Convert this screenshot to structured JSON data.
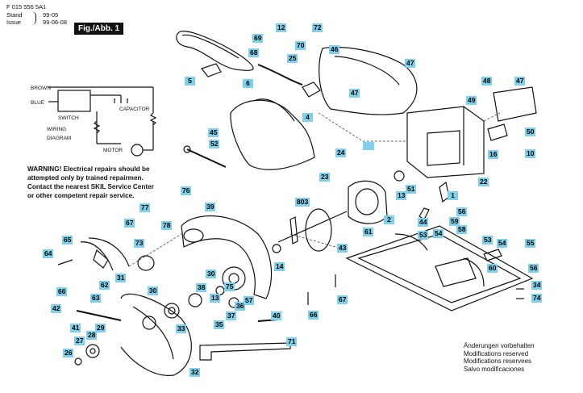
{
  "header": {
    "doc_number": "F 015 556 5A1",
    "stand_label": "Stand",
    "stand_value": "99-05",
    "issue_label": "Issue",
    "issue_value": "99-06-08",
    "fig_label": "Fig./Abb. 1"
  },
  "wiring": {
    "brown": "BROWN",
    "blue": "BLUE",
    "capacitor": "CAPACITOR",
    "switch": "SWITCH",
    "motor": "MOTOR",
    "title_line1": "WIRING",
    "title_line2": "DIAGRAM"
  },
  "warning": [
    "WARNING! Electrical repairs should be",
    "attempted only by trained repairmen.",
    "Contact the nearest SKIL Service Center",
    "or other competent repair service."
  ],
  "notes": [
    "Änderungen vorbehalten",
    "Modifications reserved",
    "Modifications reservees",
    "Salvo modificaciones"
  ],
  "part_labels": [
    "12",
    "72",
    "69",
    "70",
    "68",
    "25",
    "46",
    "47",
    "5",
    "6",
    "4",
    "47",
    "48",
    "47",
    "49",
    "50",
    "16",
    "10",
    "45",
    "52",
    "24",
    "23",
    "22",
    "803",
    "13",
    "51",
    "1",
    "56",
    "59",
    "76",
    "39",
    "77",
    "78",
    "2",
    "44",
    "54",
    "58",
    "67",
    "73",
    "65",
    "64",
    "43",
    "14",
    "61",
    "53",
    "53",
    "54",
    "55",
    "60",
    "56",
    "31",
    "30",
    "38",
    "30",
    "75",
    "62",
    "63",
    "66",
    "34",
    "74",
    "42",
    "41",
    "29",
    "27",
    "28",
    "26",
    "13",
    "57",
    "36",
    "37",
    "35",
    "33",
    "40",
    "66",
    "67",
    "71",
    "32"
  ]
}
